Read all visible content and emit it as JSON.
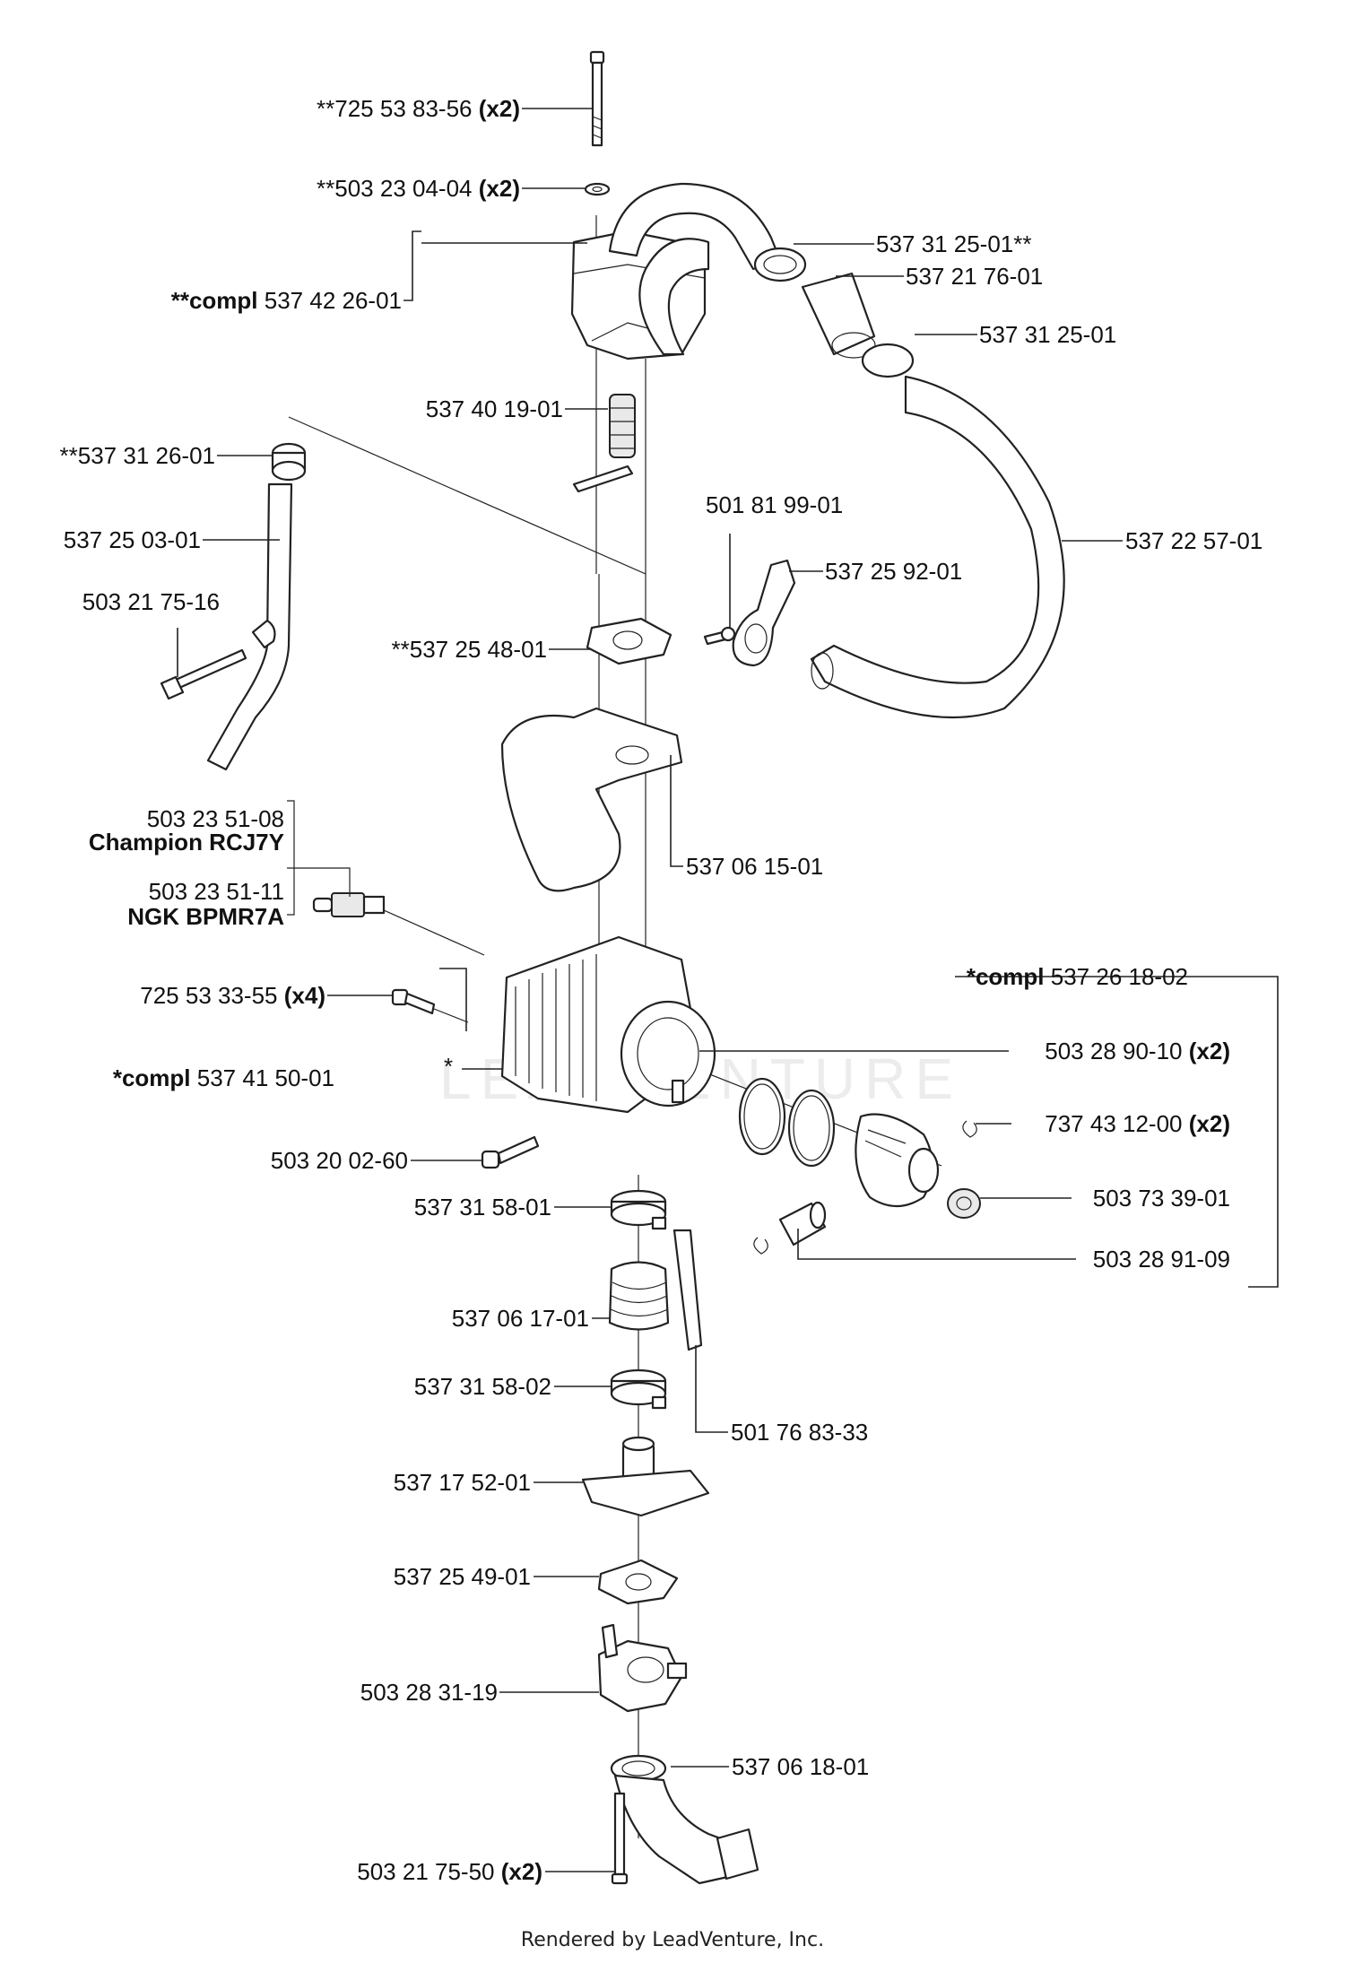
{
  "watermark": "LEADVENTURE",
  "footer": "Rendered by LeadVenture, Inc.",
  "callouts": {
    "screw_top": {
      "pre": "**",
      "num": "725 53 83-56",
      "qty": "(x2)"
    },
    "washer": {
      "pre": "**",
      "num": "503 23 04-04",
      "qty": "(x2)"
    },
    "muffler_compl": {
      "pre": "**compl",
      "num": "537 42 26-01"
    },
    "screen": {
      "num": "537 40 19-01"
    },
    "clamp_left": {
      "pre": "**",
      "num": "537 31 26-01"
    },
    "tube_left": {
      "num": "537 25 03-01"
    },
    "bolt_left": {
      "num": "503 21 75-16"
    },
    "clamp_a": {
      "num": "537 31 25-01",
      "post": "**"
    },
    "sleeve": {
      "num": "537 21 76-01"
    },
    "clamp_b": {
      "num": "537 31 25-01"
    },
    "screw_small": {
      "num": "501 81 99-01"
    },
    "bracket": {
      "num": "537 25 92-01"
    },
    "handle": {
      "num": "537 22 57-01"
    },
    "gasket_top": {
      "pre": "**",
      "num": "537 25 48-01"
    },
    "heat_shield": {
      "num": "537 06 15-01"
    },
    "plug_champion_num": {
      "num": "503 23 51-08"
    },
    "plug_champion_name": {
      "name": "Champion RCJ7Y"
    },
    "plug_ngk_num": {
      "num": "503 23 51-11"
    },
    "plug_ngk_name": {
      "name": "NGK BPMR7A"
    },
    "cyl_screw": {
      "num": "725 53 33-55",
      "qty": "(x4)"
    },
    "cyl_compl": {
      "pre": "*compl",
      "num": "537 41 50-01"
    },
    "piston_compl": {
      "pre": "*compl",
      "num": "537 26 18-02"
    },
    "rings": {
      "num": "503 28 90-10",
      "qty": "(x2)"
    },
    "circlip": {
      "num": "737 43 12-00",
      "qty": "(x2)"
    },
    "bearing": {
      "num": "503 73 39-01"
    },
    "pin": {
      "num": "503 28 91-09"
    },
    "decomp": {
      "num": "503 20 02-60"
    },
    "hose_clamp_1": {
      "num": "537 31 58-01"
    },
    "intake_boot": {
      "num": "537 06 17-01"
    },
    "hose_clamp_2": {
      "num": "537 31 58-02"
    },
    "impulse_hose": {
      "num": "501 76 83-33"
    },
    "carb_adapter": {
      "num": "537 17 52-01"
    },
    "gasket_carb": {
      "num": "537 25 49-01"
    },
    "carburetor": {
      "num": "503 28 31-19"
    },
    "air_elbow": {
      "num": "537 06 18-01"
    },
    "screw_bottom": {
      "num": "503 21 75-50",
      "qty": "(x2)"
    },
    "star_marker": {
      "text": "*"
    }
  }
}
